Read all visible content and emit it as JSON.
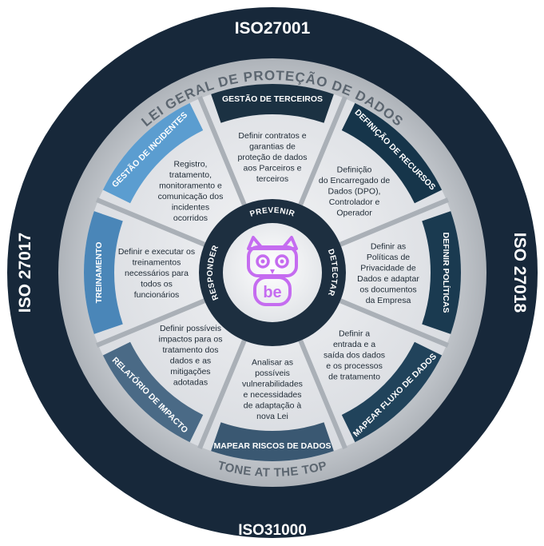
{
  "outer_labels": {
    "top": "ISO27001",
    "bottom": "ISO31000",
    "left": "ISO 27017",
    "right": "ISO 27018"
  },
  "ring_labels": {
    "top": "LEI GERAL DE PROTEÇÃO DE DADOS",
    "bottom": "TONE AT THE TOP"
  },
  "segments": [
    {
      "title": "GESTÃO DE TERCEIROS",
      "text": [
        "Definir contratos e",
        "garantias de",
        "proteção de dados",
        "aos Parceiros e",
        "terceiros"
      ],
      "tab_color": "#1b3142"
    },
    {
      "title": "DEFINIÇÃO DE RECURSOS",
      "text": [
        "Definição",
        "do Encarregado de",
        "Dados (DPO),",
        "Controlador e",
        "Operador"
      ],
      "tab_color": "#16354a"
    },
    {
      "title": "DEFINIR POLÍTICAS",
      "text": [
        "Definir as",
        "Políticas de",
        "Privacidade de",
        "Dados  e adaptar",
        "os documentos",
        "da Empresa"
      ],
      "tab_color": "#1a3a50"
    },
    {
      "title": "MAPEAR FLUXO DE DADOS",
      "text": [
        "Definir a",
        "entrada e a",
        "saída dos dados",
        "e os processos",
        "de tratamento"
      ],
      "tab_color": "#21435b"
    },
    {
      "title": "MAPEAR RISCOS DE DADOS",
      "text": [
        "Analisar as",
        "possíveis",
        "vulnerabilidades",
        "e necessidades",
        "de adaptação à",
        "nova Lei"
      ],
      "tab_color": "#3a5872"
    },
    {
      "title": "RELATÓRIO DE IMPACTO",
      "text": [
        "Definir possíveis",
        "impactos para os",
        "tratamento dos",
        "dados e as",
        "mitigações",
        "adotadas"
      ],
      "tab_color": "#4a6a86"
    },
    {
      "title": "TREINAMENTO",
      "text": [
        "Definir e executar os",
        "treinamentos",
        "necessários para",
        "todos os",
        "funcionários"
      ],
      "tab_color": "#4a86b8"
    },
    {
      "title": "GESTÃO DE INCIDENTES",
      "text": [
        "Registro,",
        "tratamento,",
        "monitoramento e",
        "comunicação dos",
        "incidentes",
        "ocorridos"
      ],
      "tab_color": "#5b9dd0"
    }
  ],
  "inner_ring": {
    "top": "PREVENIR",
    "right": "DETECTAR",
    "left": "RESPONDER"
  },
  "logo": {
    "icon": "owl-logo-icon",
    "text": "be",
    "color": "#c56cf0"
  }
}
